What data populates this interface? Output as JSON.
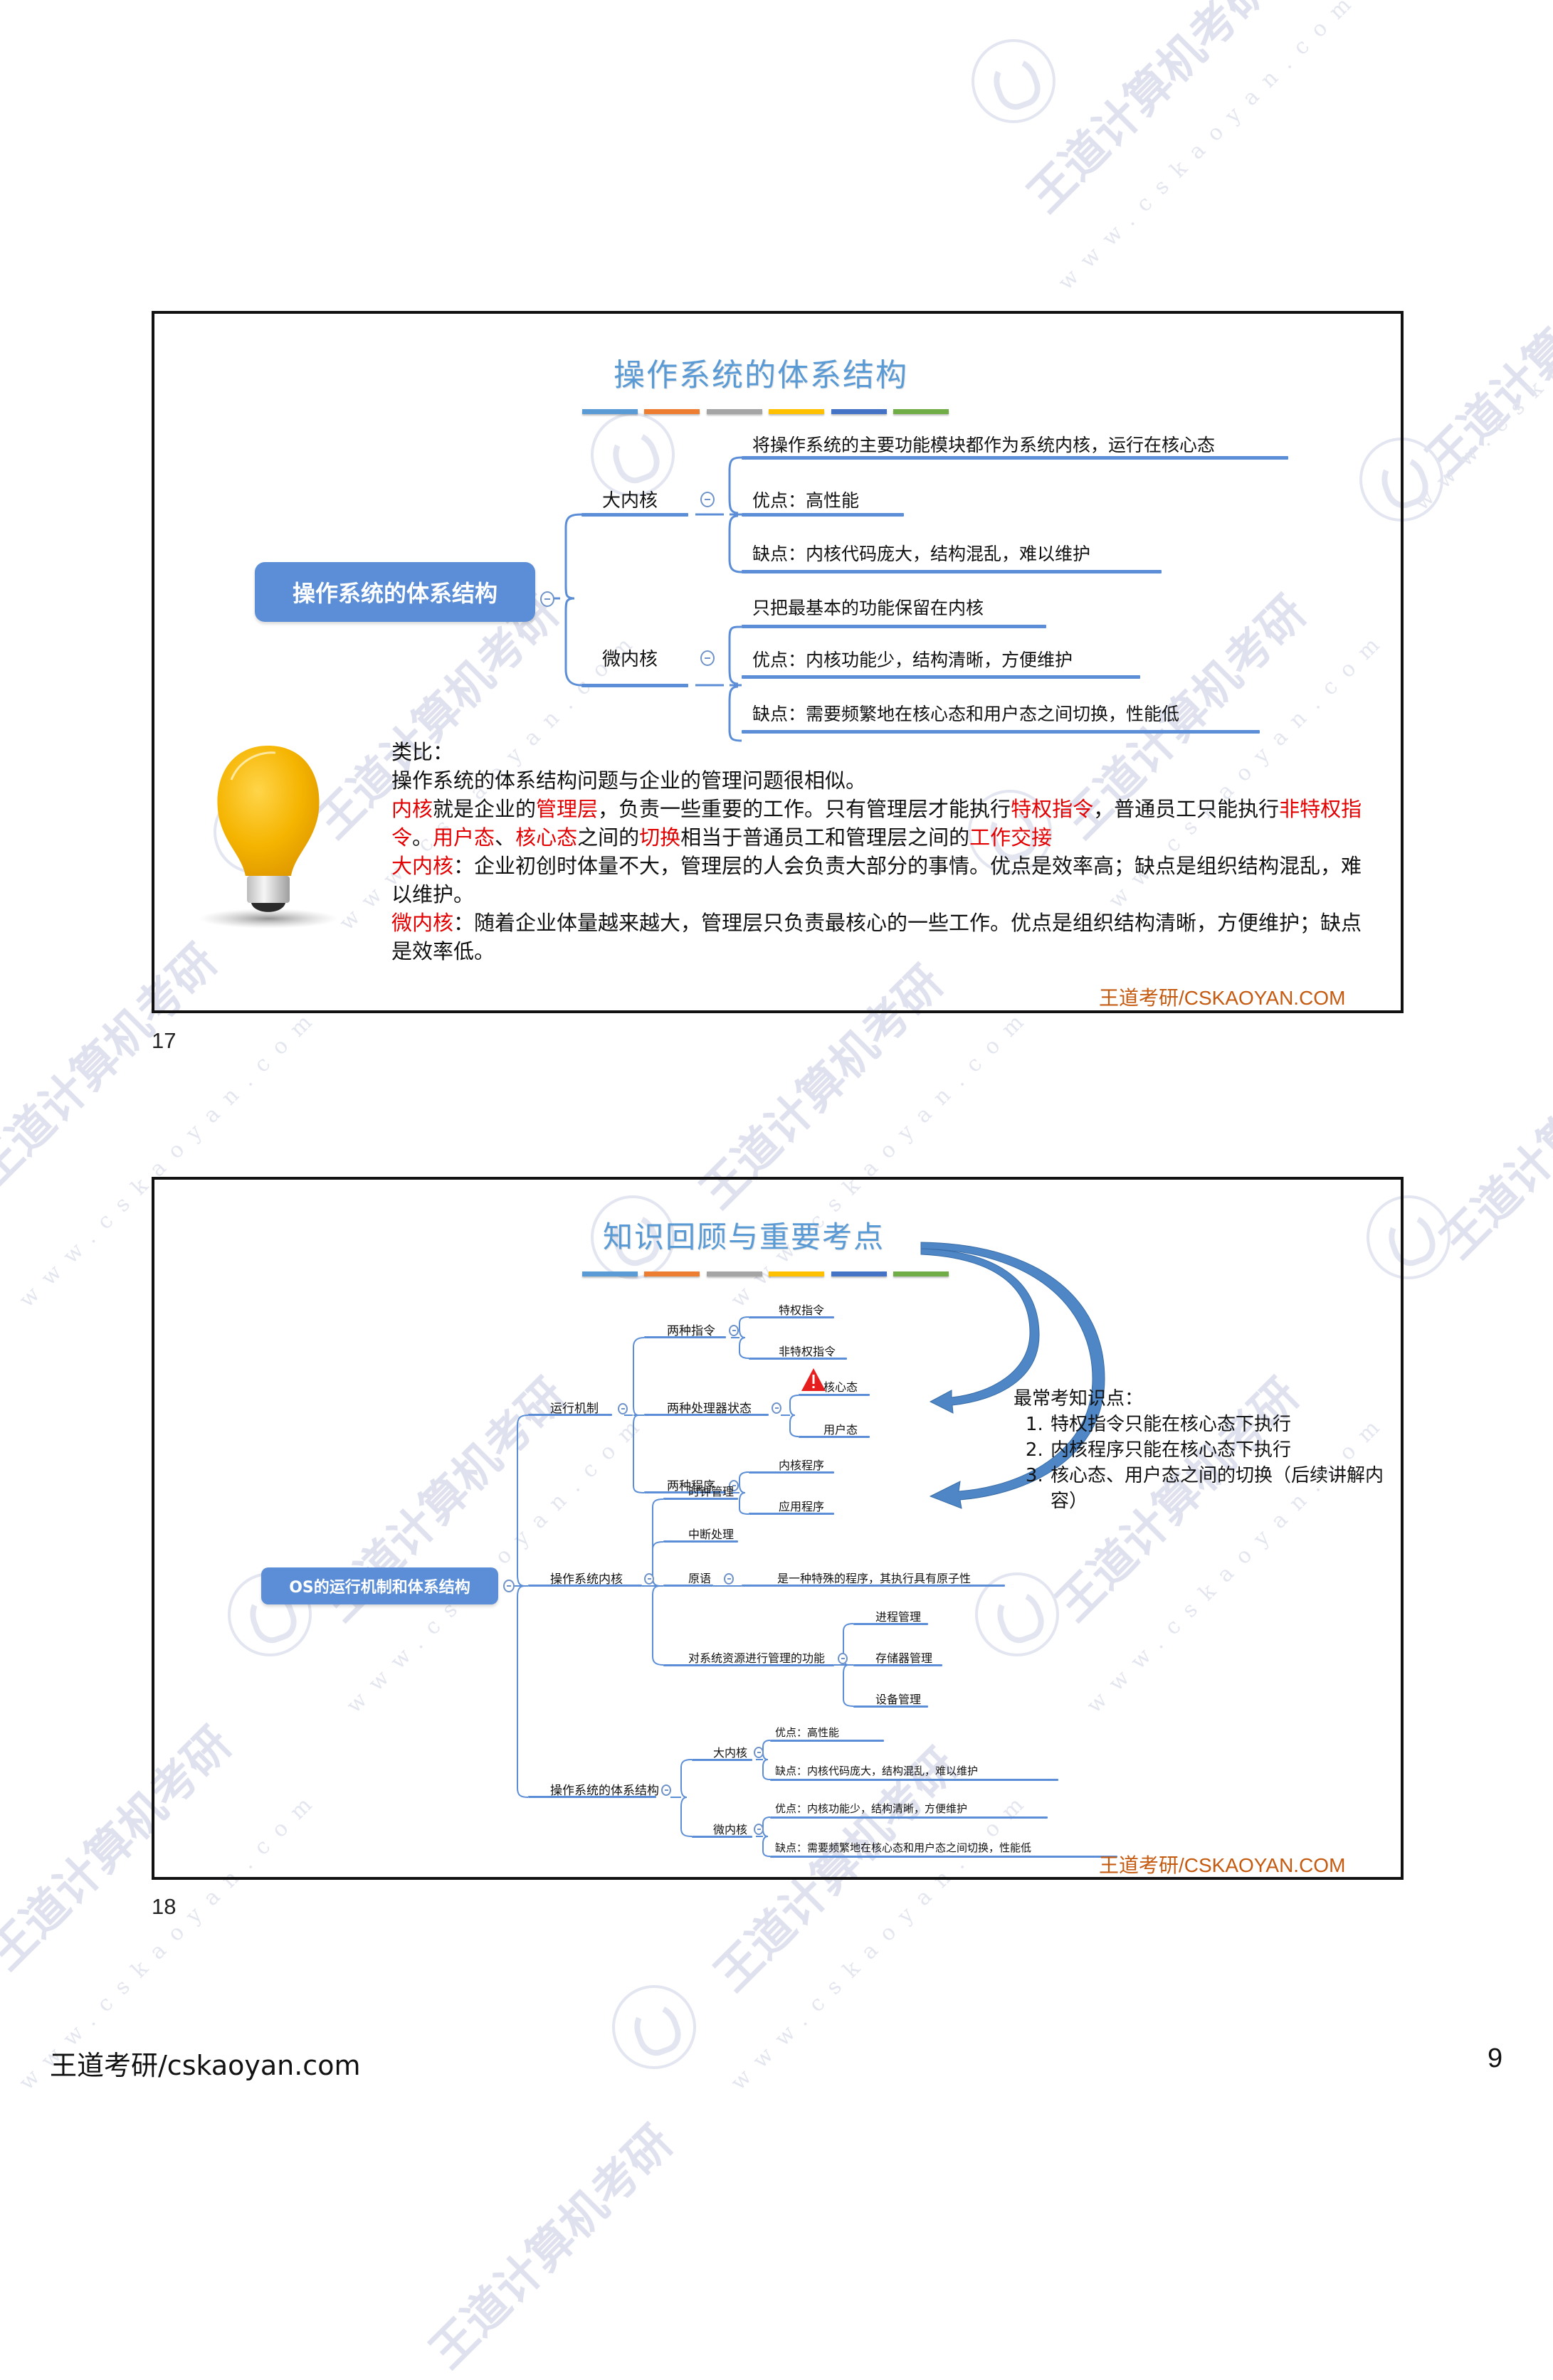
{
  "page": {
    "footer_left": "王道考研/cskaoyan.com",
    "page_number": "9",
    "watermark_text": "王道计算机考研",
    "watermark_url": "www.cskaoyan.com"
  },
  "colors": {
    "title_blue": "#5B9BD5",
    "node_blue": "#5B8ED6",
    "highlight_red": "#E30000",
    "brand_orange": "#C55A11",
    "bars": [
      "#5B9BD5",
      "#ED7D31",
      "#A5A5A5",
      "#FFC000",
      "#4472C4",
      "#70AD47"
    ]
  },
  "slides": [
    {
      "number": "17",
      "title": "操作系统的体系结构",
      "brand": "王道考研/CSKAOYAN.COM",
      "mindmap": {
        "root": "操作系统的体系结构",
        "branches": [
          {
            "label": "大内核",
            "children": [
              "将操作系统的主要功能模块都作为系统内核，运行在核心态",
              "优点：高性能",
              "缺点：内核代码庞大，结构混乱，难以维护"
            ]
          },
          {
            "label": "微内核",
            "children": [
              "只把最基本的功能保留在内核",
              "优点：内核功能少，结构清晰，方便维护",
              "缺点：需要频繁地在核心态和用户态之间切换，性能低"
            ]
          }
        ]
      },
      "analogy": {
        "heading": "类比：",
        "line1": "操作系统的体系结构问题与企业的管理问题很相似。",
        "p2": [
          {
            "t": "内核",
            "red": true
          },
          {
            "t": "就是企业的",
            "red": false
          },
          {
            "t": "管理层",
            "red": true
          },
          {
            "t": "，负责一些重要的工作。只有管理层才能执行",
            "red": false
          },
          {
            "t": "特权指令",
            "red": true
          },
          {
            "t": "，普通员工只能执行",
            "red": false
          },
          {
            "t": "非特权指令",
            "red": true
          },
          {
            "t": "。",
            "red": false
          },
          {
            "t": "用户态",
            "red": true
          },
          {
            "t": "、",
            "red": false
          },
          {
            "t": "核心态",
            "red": true
          },
          {
            "t": "之间的",
            "red": false
          },
          {
            "t": "切换",
            "red": true
          },
          {
            "t": "相当于普通员工和管理层之间的",
            "red": false
          },
          {
            "t": "工作交接",
            "red": true
          }
        ],
        "p3_label": "大内核",
        "p3_text": "：企业初创时体量不大，管理层的人会负责大部分的事情。优点是效率高；缺点是组织结构混乱，难以维护。",
        "p4_label": "微内核",
        "p4_text": "：随着企业体量越来越大，管理层只负责最核心的一些工作。优点是组织结构清晰，方便维护；缺点是效率低。"
      }
    },
    {
      "number": "18",
      "title": "知识回顾与重要考点",
      "brand": "王道考研/CSKAOYAN.COM",
      "mindmap": {
        "root": "OS的运行机制和体系结构",
        "branches": [
          {
            "label": "运行机制",
            "children": [
              {
                "label": "两种指令",
                "children": [
                  "特权指令",
                  "非特权指令"
                ]
              },
              {
                "label": "两种处理器状态",
                "children": [
                  "核心态",
                  "用户态"
                ]
              },
              {
                "label": "两种程序",
                "children": [
                  "内核程序",
                  "应用程序"
                ]
              }
            ]
          },
          {
            "label": "操作系统内核",
            "children": [
              {
                "label": "时钟管理"
              },
              {
                "label": "中断处理"
              },
              {
                "label": "原语",
                "children": [
                  "是一种特殊的程序，其执行具有原子性"
                ]
              },
              {
                "label": "对系统资源进行管理的功能",
                "children": [
                  "进程管理",
                  "存储器管理",
                  "设备管理"
                ]
              }
            ]
          },
          {
            "label": "操作系统的体系结构",
            "children": [
              {
                "label": "大内核",
                "children": [
                  "优点：高性能",
                  "缺点：内核代码庞大，结构混乱，难以维护"
                ]
              },
              {
                "label": "微内核",
                "children": [
                  "优点：内核功能少，结构清晰，方便维护",
                  "缺点：需要频繁地在核心态和用户态之间切换，性能低"
                ]
              }
            ]
          }
        ]
      },
      "key_points": {
        "heading": "最常考知识点：",
        "items": [
          "特权指令只能在核心态下执行",
          "内核程序只能在核心态下执行",
          "核心态、用户态之间的切换（后续讲解内容）"
        ]
      },
      "icons": {
        "warning": "warning-triangle-icon",
        "arrows": "curved-arrow-icon"
      }
    }
  ]
}
